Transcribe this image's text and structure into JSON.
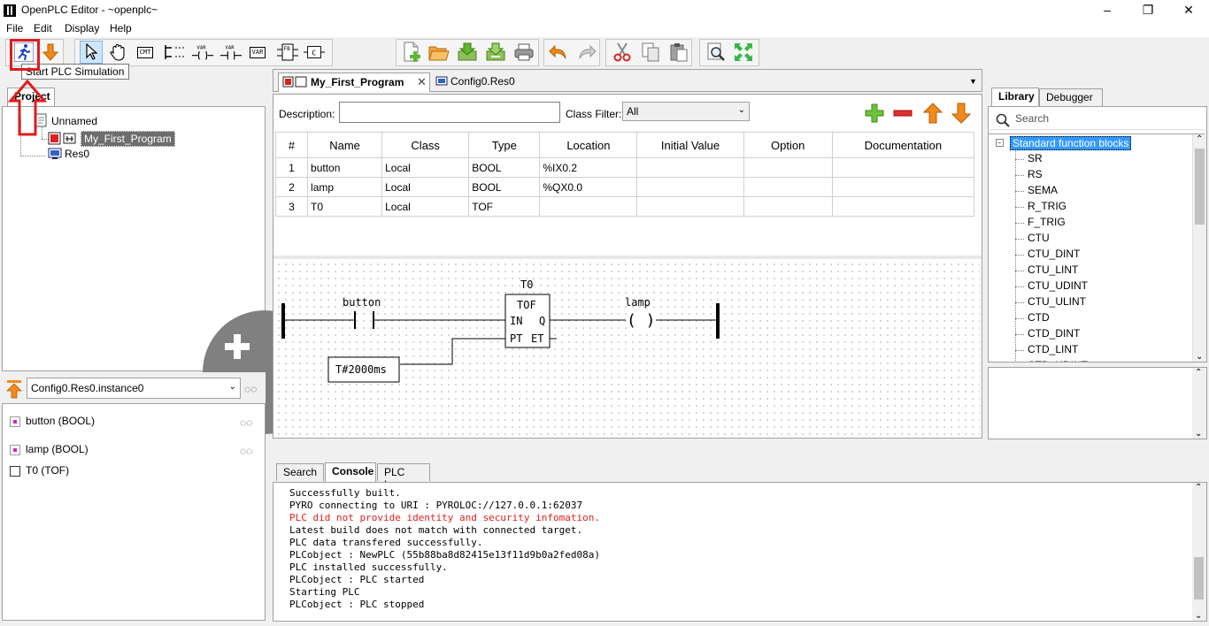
{
  "window": {
    "title": "OpenPLC Editor - ~openplc~"
  },
  "menu": [
    "File",
    "Edit",
    "Display",
    "Help"
  ],
  "toolbar": {
    "tooltip": "Start PLC Simulation",
    "cmt_label": "CMT",
    "var_label": "VAR",
    "fb_label": "FB",
    "c_label": "C"
  },
  "project": {
    "tab_label": "Project",
    "root": "Unnamed",
    "program": "My_First_Program",
    "resource": "Res0"
  },
  "instance": {
    "selected": "Config0.Res0.instance0",
    "variables": [
      "button (BOOL)",
      "lamp (BOOL)",
      "T0 (TOF)"
    ]
  },
  "editor": {
    "tabs": [
      "My_First_Program",
      "Config0.Res0"
    ],
    "description_label": "Description:",
    "description_value": "",
    "class_filter_label": "Class Filter:",
    "class_filter_value": "All",
    "columns": [
      "#",
      "Name",
      "Class",
      "Type",
      "Location",
      "Initial Value",
      "Option",
      "Documentation"
    ],
    "rows": [
      [
        "1",
        "button",
        "Local",
        "BOOL",
        "%IX0.2",
        "",
        "",
        ""
      ],
      [
        "2",
        "lamp",
        "Local",
        "BOOL",
        "%QX0.0",
        "",
        "",
        ""
      ],
      [
        "3",
        "T0",
        "Local",
        "TOF",
        "",
        "",
        "",
        ""
      ]
    ]
  },
  "ladder": {
    "contact_label": "button",
    "coil_label": "lamp",
    "block_instance": "T0",
    "block_type": "TOF",
    "pin_in": "IN",
    "pin_q": "Q",
    "pin_pt": "PT",
    "pin_et": "ET",
    "preset": "T#2000ms",
    "coil_symbol": "( )"
  },
  "library": {
    "tabs": [
      "Library",
      "Debugger"
    ],
    "search_placeholder": "Search",
    "category": "Standard function blocks",
    "items": [
      "SR",
      "RS",
      "SEMA",
      "R_TRIG",
      "F_TRIG",
      "CTU",
      "CTU_DINT",
      "CTU_LINT",
      "CTU_UDINT",
      "CTU_ULINT",
      "CTD",
      "CTD_DINT",
      "CTD_LINT",
      "CTD_UDINT"
    ]
  },
  "bottom": {
    "tabs": [
      "Search",
      "Console",
      "PLC Log"
    ],
    "console": [
      {
        "text": "Successfully built.",
        "color": "#000000"
      },
      {
        "text": "PYRO connecting to URI : PYROLOC://127.0.0.1:62037",
        "color": "#000000"
      },
      {
        "text": "PLC did not provide identity and security infomation.",
        "color": "#e02020"
      },
      {
        "text": "Latest build does not match with connected target.",
        "color": "#000000"
      },
      {
        "text": "PLC data transfered successfully.",
        "color": "#000000"
      },
      {
        "text": "PLCobject : NewPLC (55b88ba8d82415e13f11d9b0a2fed08a)",
        "color": "#000000"
      },
      {
        "text": "PLC installed successfully.",
        "color": "#000000"
      },
      {
        "text": "PLCobject : PLC started",
        "color": "#000000"
      },
      {
        "text": "Starting PLC",
        "color": "#000000"
      },
      {
        "text": "PLCobject : PLC stopped",
        "color": "#000000"
      }
    ]
  },
  "colors": {
    "highlight": "#e21b1b",
    "selection": "#3399ff",
    "error_text": "#e02020"
  }
}
